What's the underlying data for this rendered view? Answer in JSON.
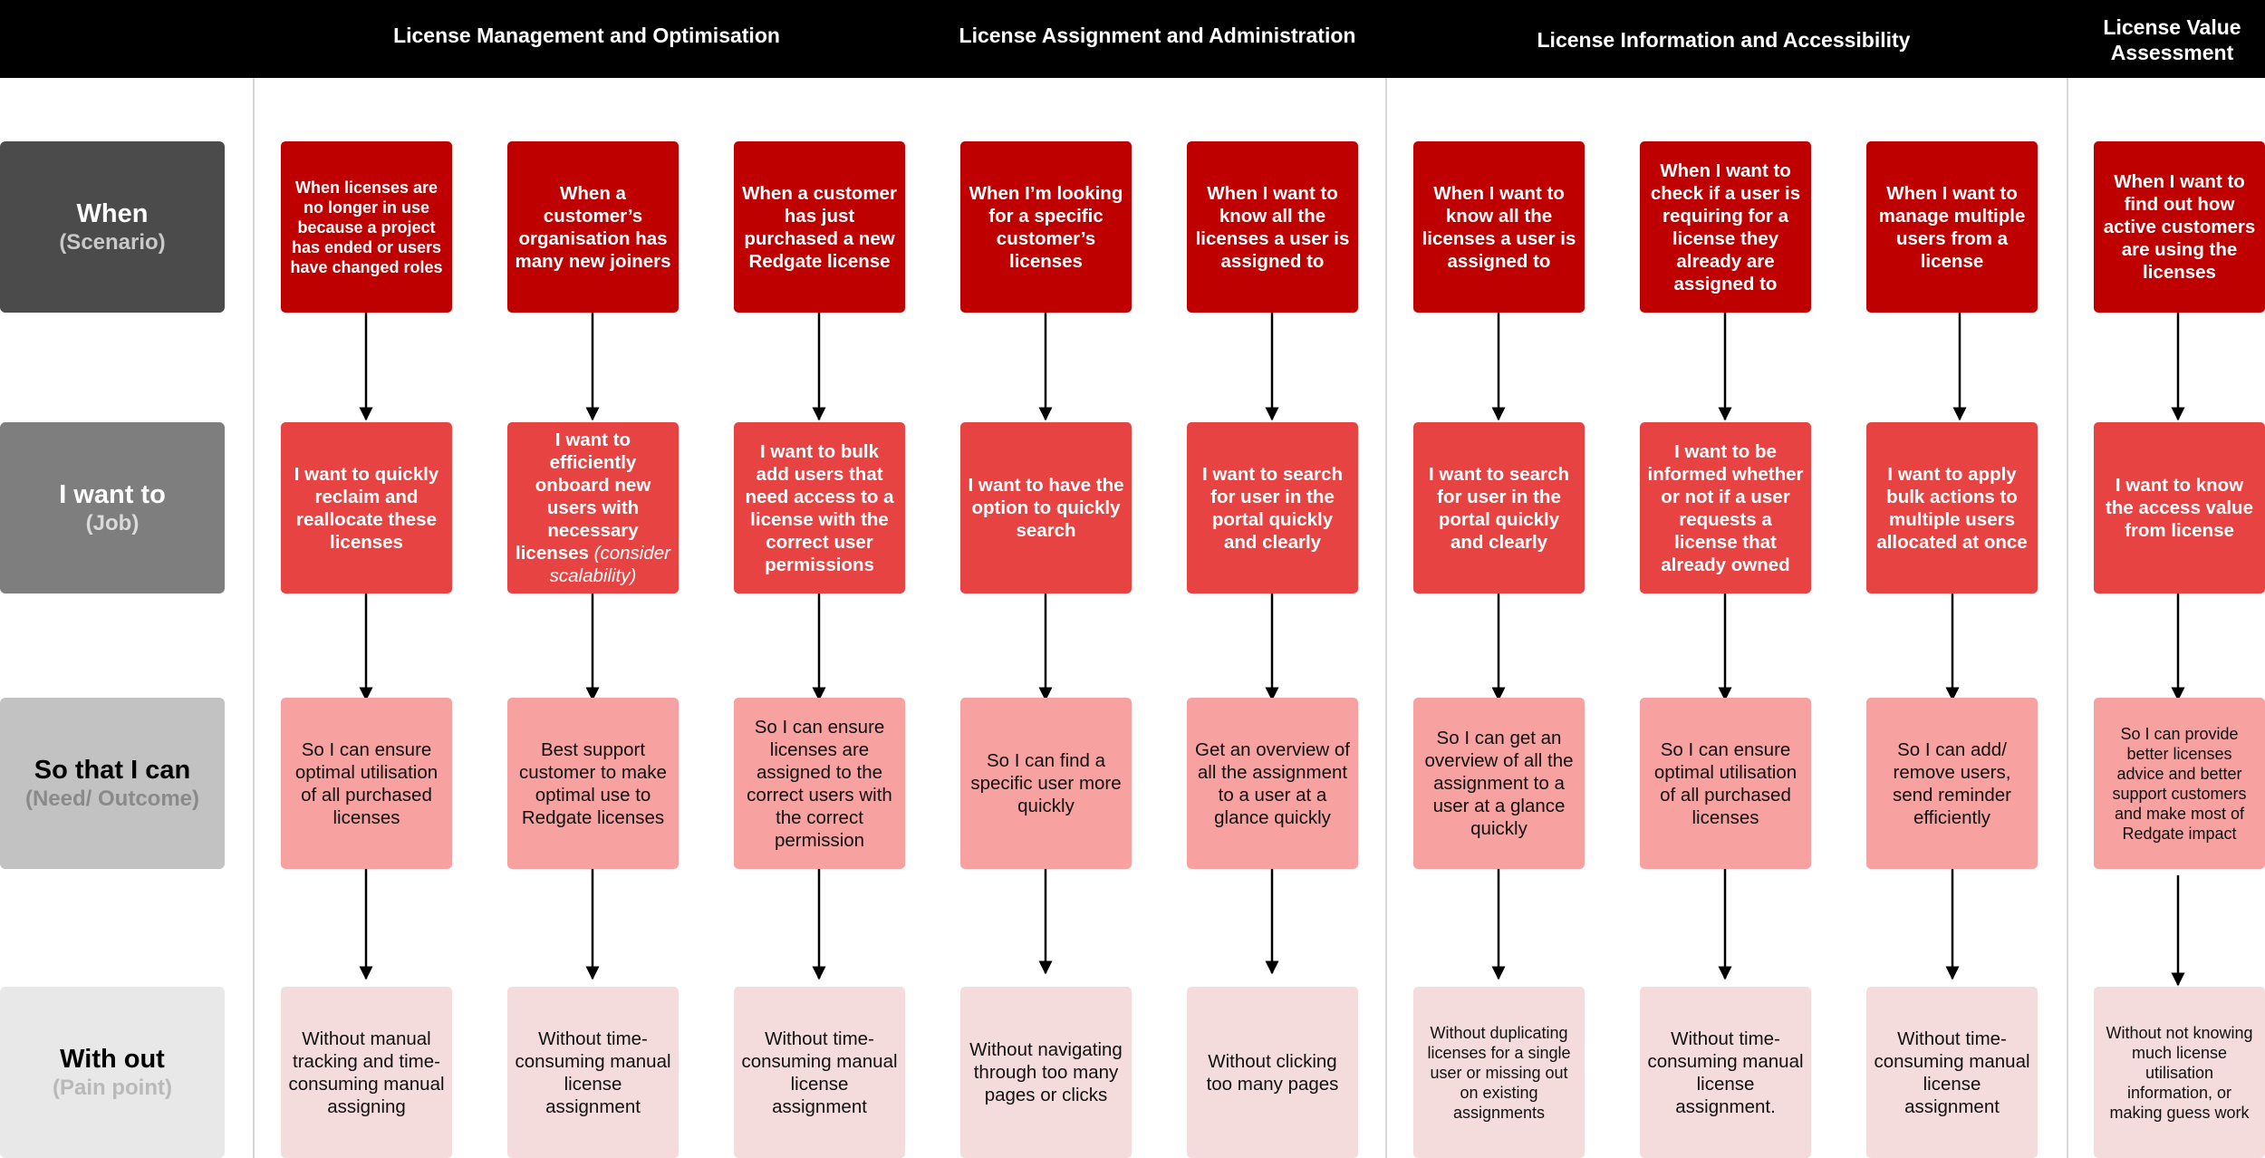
{
  "groups": [
    {
      "title": "License Management and Optimisation"
    },
    {
      "title": "License Assignment and Administration"
    },
    {
      "title": "License Information and Accessibility"
    },
    {
      "title": "License Value\nAssessment"
    }
  ],
  "rows": [
    {
      "main": "When",
      "sub": "(Scenario)"
    },
    {
      "main": "I want to",
      "sub": "(Job)"
    },
    {
      "main": "So that I can",
      "sub": "(Need/ Outcome)"
    },
    {
      "main": "With out",
      "sub": "(Pain point)"
    }
  ],
  "columns": [
    {
      "when": "When licenses are no longer in use because a project has ended or users have changed roles",
      "job": "I want to quickly reclaim and reallocate these licenses",
      "need": "So I can ensure optimal utilisation of all purchased licenses",
      "pain": "Without manual tracking and time-consuming manual assigning"
    },
    {
      "when": "When a customer’s organisation has many new joiners",
      "job": "I want to efficiently onboard new users with necessary licenses",
      "job_note": "(consider scalability)",
      "need": "Best support customer to make optimal use to Redgate licenses",
      "pain": "Without time-consuming manual license assignment"
    },
    {
      "when": "When a customer has just purchased a new Redgate license",
      "job": "I want to bulk add users that need access to a license with the correct user permissions",
      "need": "So I can ensure licenses are assigned to the correct users with the correct permission",
      "pain": "Without time-consuming manual license assignment"
    },
    {
      "when": "When I’m looking for a specific customer’s licenses",
      "job": "I want to have the option to quickly search",
      "need": "So I can find a specific user more quickly",
      "pain": "Without navigating through too many pages or clicks"
    },
    {
      "when": "When I want to know all the licenses a user is assigned to",
      "job": "I want to search for user in the portal quickly and clearly",
      "need": "Get an overview of all the assignment to a user at a glance quickly",
      "pain": "Without clicking too many pages"
    },
    {
      "when": "When I want to know all the licenses a user is assigned to",
      "job": "I want to search for user in the portal quickly and clearly",
      "need": "So I can get an overview of all the assignment to a user at a glance quickly",
      "pain": "Without duplicating licenses for a single user or missing out on existing assignments"
    },
    {
      "when": "When I want to check if a user is requiring for a license they already are assigned to",
      "job": "I want to be informed whether or not if a user requests a license that already owned",
      "need": "So I can ensure optimal utilisation of all purchased licenses",
      "pain": "Without time-consuming manual license assignment."
    },
    {
      "when": "When I want to manage multiple users from a license",
      "job": "I want to apply bulk actions to multiple users allocated at once",
      "need": "So I can add/ remove users, send reminder efficiently",
      "pain": "Without time-consuming manual license assignment"
    },
    {
      "when": "When I want to find out how active customers are using the licenses",
      "job": "I want to know the access value from license",
      "need": "So I can provide better licenses advice and better support customers and make most of Redgate impact",
      "pain": "Without not knowing much license utilisation information, or making guess work"
    }
  ]
}
